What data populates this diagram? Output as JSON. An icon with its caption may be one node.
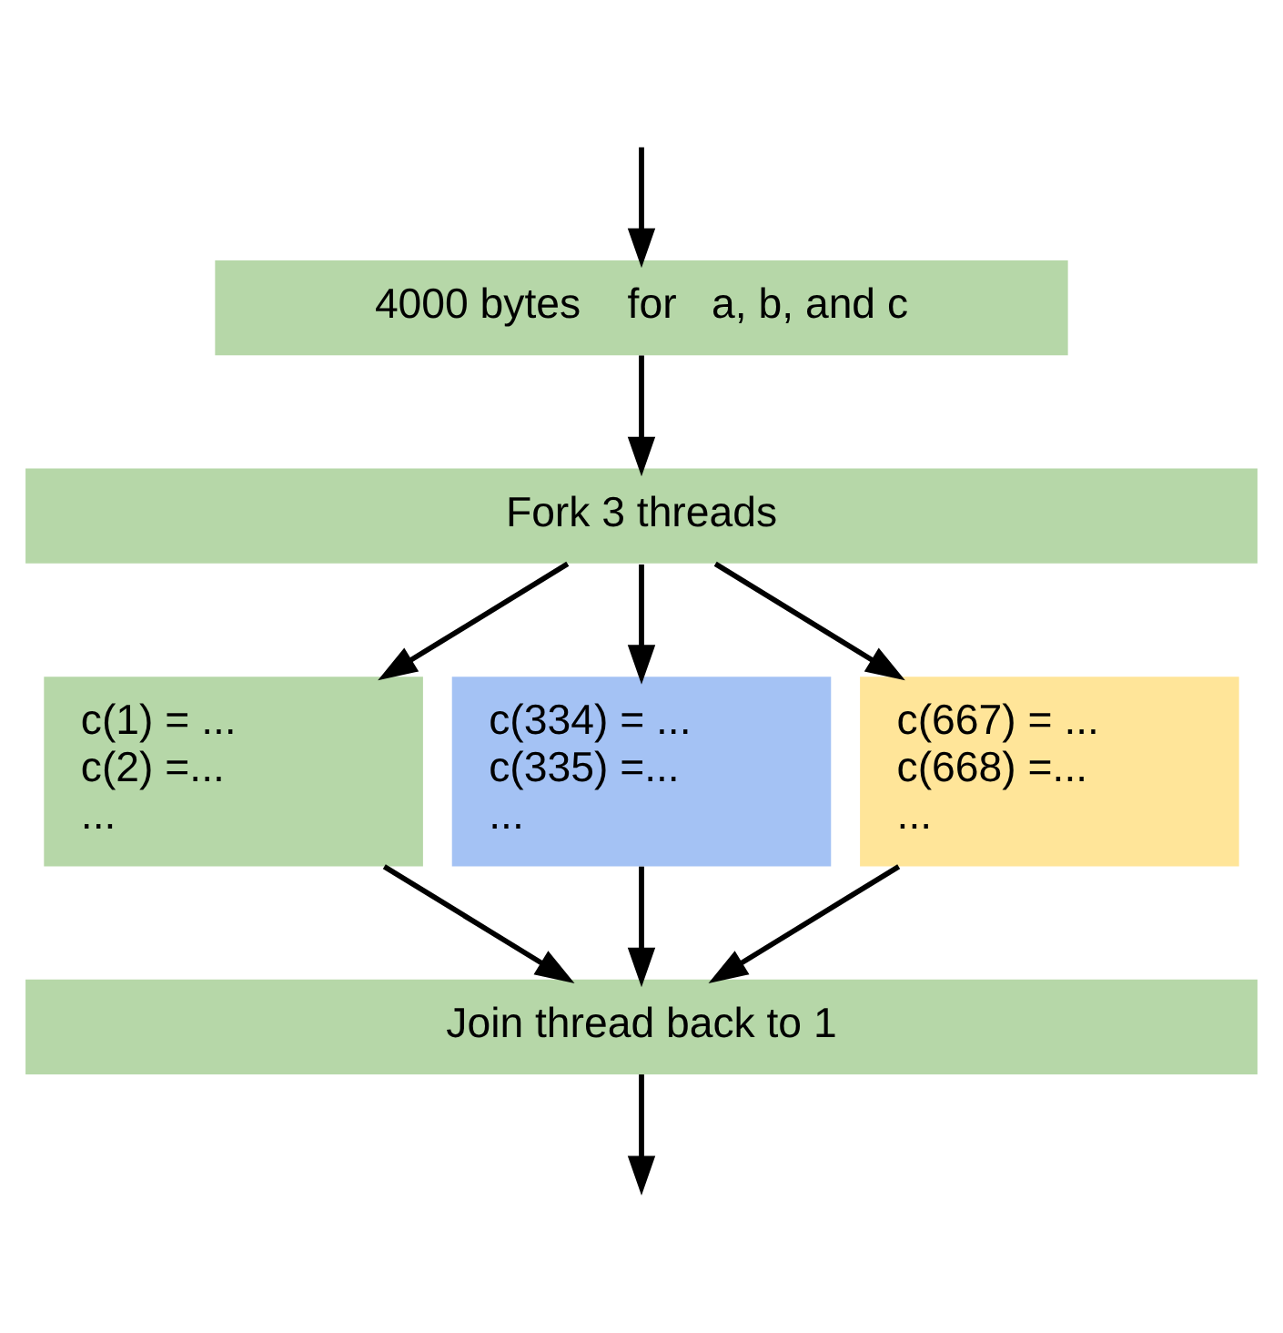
{
  "diagram": {
    "nodes": [
      {
        "text": [
          "4000 bytes    for   a, b, and c"
        ]
      },
      {
        "text": [
          "Fork 3 threads"
        ]
      },
      {
        "text": [
          "c(1) = ...",
          "c(2) =...",
          "..."
        ]
      },
      {
        "text": [
          "c(334) = ...",
          "c(335) =...",
          "..."
        ]
      },
      {
        "text": [
          "c(667) = ...",
          "c(668) =...",
          "..."
        ]
      },
      {
        "text": [
          "Join thread back to 1"
        ]
      }
    ],
    "edges": [
      {
        "from": null,
        "to": 0,
        "arrow": "to"
      },
      {
        "from": 0,
        "to": 1,
        "arrow": "to"
      },
      {
        "from": 1,
        "to": 2,
        "arrow": "to"
      },
      {
        "from": 1,
        "to": 3,
        "arrow": "to"
      },
      {
        "from": 1,
        "to": 4,
        "arrow": "to"
      },
      {
        "from": 2,
        "to": 5,
        "arrow": "to"
      },
      {
        "from": 3,
        "to": 5,
        "arrow": "to"
      },
      {
        "from": 4,
        "to": 5,
        "arrow": "to"
      },
      {
        "from": 5,
        "to": null,
        "arrow": "to"
      }
    ]
  }
}
